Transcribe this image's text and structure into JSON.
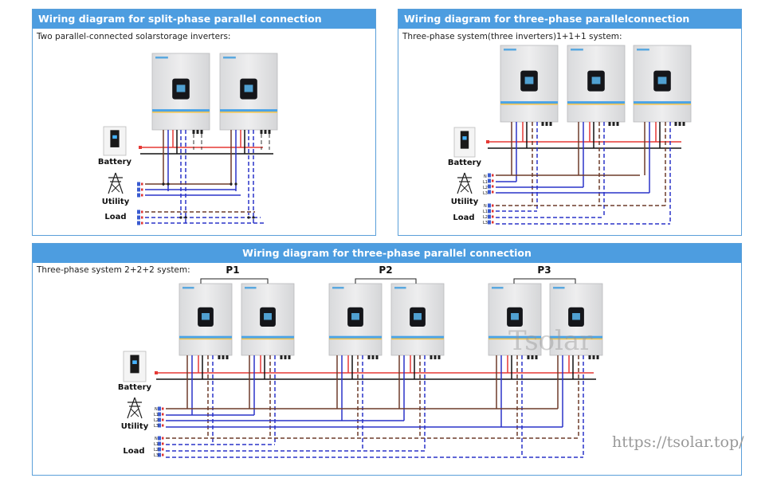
{
  "panel1": {
    "title": "Wiring diagram for split-phase parallel connection",
    "subtitle": "Two parallel-connected solarstorage inverters:",
    "battery_label": "Battery",
    "utility_label": "Utility",
    "load_label": "Load"
  },
  "panel2": {
    "title": "Wiring diagram for three-phase parallelconnection",
    "subtitle": "Three-phase system(three inverters)1+1+1 system:",
    "battery_label": "Battery",
    "utility_label": "Utility",
    "load_label": "Load",
    "line_labels": [
      "N",
      "L1",
      "L2",
      "L3"
    ]
  },
  "panel3": {
    "title": "Wiring diagram for three-phase parallel connection",
    "subtitle": "Three-phase system 2+2+2 system:",
    "battery_label": "Battery",
    "utility_label": "Utility",
    "load_label": "Load",
    "groups": [
      "P1",
      "P2",
      "P3"
    ],
    "line_labels": [
      "N",
      "L1",
      "L2",
      "L3"
    ]
  },
  "watermark": "Tsolar",
  "url": "https://tsolar.top/",
  "colors": {
    "header": "#4d9de0",
    "positive": "#e53935",
    "negative": "#111111",
    "neutral": "#6d3b2a",
    "phase": "#2a33c9",
    "load_dashed": "#2a33c9"
  }
}
